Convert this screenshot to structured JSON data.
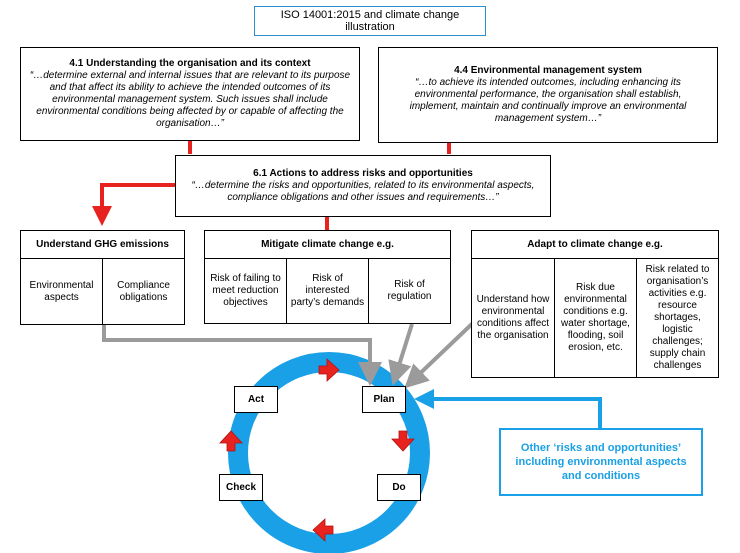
{
  "title": "ISO 14001:2015 and climate change illustration",
  "box_41": {
    "heading": "4.1 Understanding the organisation and its context",
    "quote": "“…determine external and internal issues that are relevant to its purpose and that affect its ability to achieve the intended outcomes of its environmental management system. Such issues shall include environmental conditions being affected by or capable of affecting the organisation…”"
  },
  "box_44": {
    "heading": "4.4 Environmental management system",
    "quote": "“…to achieve its intended outcomes, including enhancing its environmental performance, the organisation shall establish, implement, maintain and continually improve an environmental management system…”"
  },
  "box_61": {
    "heading": "6.1 Actions to address risks and opportunities",
    "quote": "“…determine the risks and opportunities, related to its environmental aspects, compliance obligations and other issues and requirements…”"
  },
  "ghg": {
    "heading": "Understand GHG emissions",
    "cells": [
      "Environmental aspects",
      "Compliance obligations"
    ]
  },
  "mitigate": {
    "heading": "Mitigate climate change e.g.",
    "cells": [
      "Risk of failing to meet reduction objectives",
      "Risk of interested party’s demands",
      "Risk of regulation"
    ]
  },
  "adapt": {
    "heading": "Adapt to climate change e.g.",
    "cells": [
      "Understand how environmental conditions affect the organisation",
      "Risk due environmental conditions e.g. water shortage, flooding, soil erosion, etc.",
      "Risk related to organisation’s activities e.g. resource shortages, logistic challenges; supply chain challenges"
    ]
  },
  "cycle": {
    "plan": "Plan",
    "do": "Do",
    "check": "Check",
    "act": "Act"
  },
  "other_box": "Other ‘risks and opportunities’ including environmental aspects and conditions",
  "colors": {
    "red": "#e8231f",
    "blue": "#1aa0e6",
    "gray": "#9b9b9b",
    "title_border": "#2b8fd0"
  }
}
